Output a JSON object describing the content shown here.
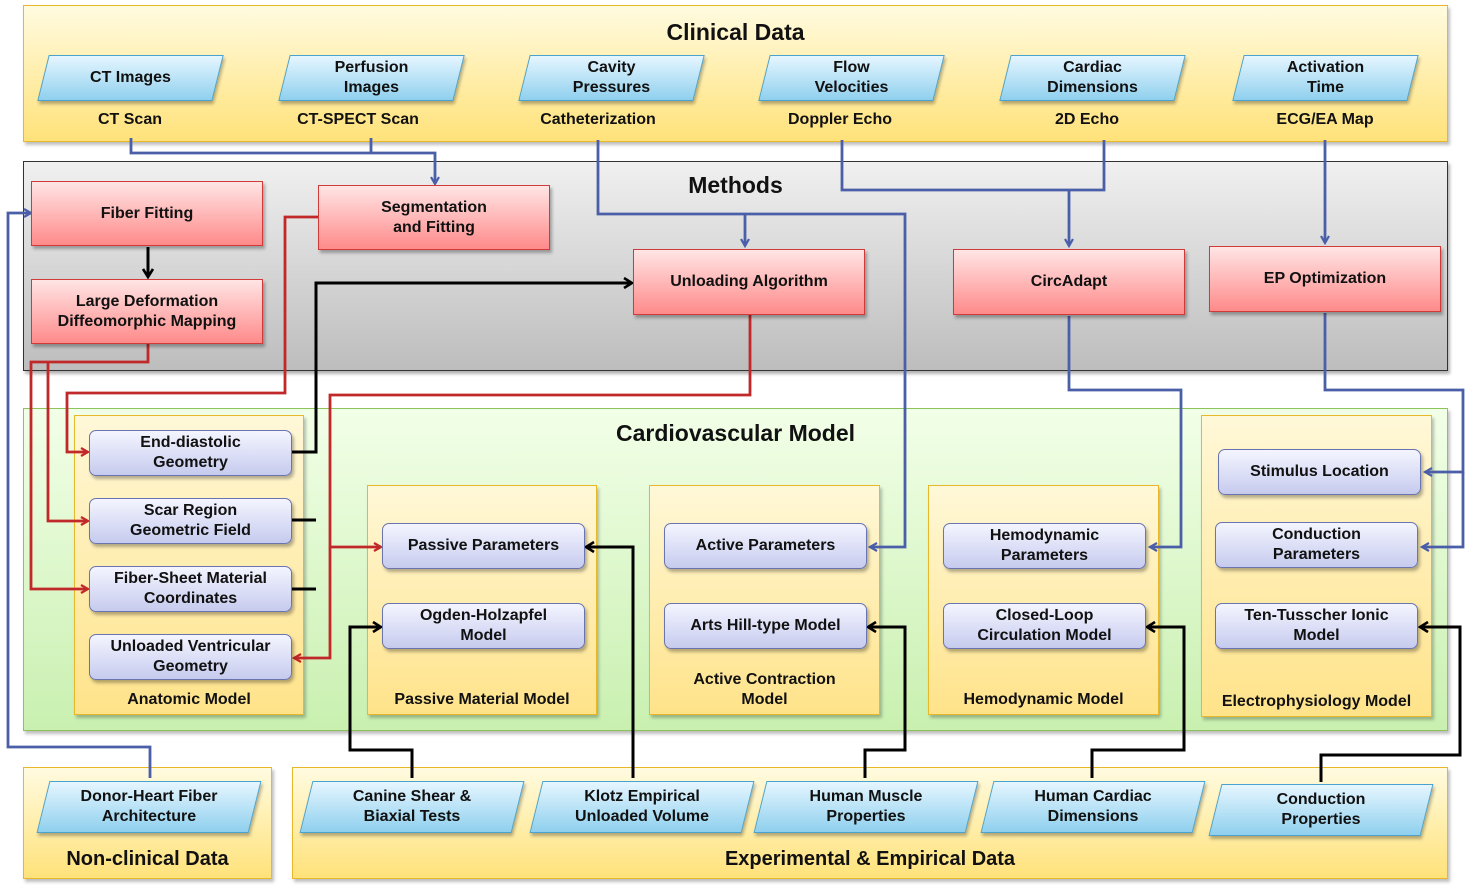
{
  "clinical": {
    "title": "Clinical Data",
    "items": [
      {
        "data": "CT Images",
        "source": "CT Scan"
      },
      {
        "data": "Perfusion\nImages",
        "source": "CT-SPECT Scan"
      },
      {
        "data": "Cavity\nPressures",
        "source": "Catheterization"
      },
      {
        "data": "Flow\nVelocities",
        "source": "Doppler Echo"
      },
      {
        "data": "Cardiac\nDimensions",
        "source": "2D Echo"
      },
      {
        "data": "Activation\nTime",
        "source": "ECG/EA Map"
      }
    ]
  },
  "methods": {
    "title": "Methods",
    "fiber_fitting": "Fiber Fitting",
    "segmentation": "Segmentation\nand Fitting",
    "lddmm": "Large Deformation\nDiffeomorphic Mapping",
    "unloading": "Unloading Algorithm",
    "circadapt": "CircAdapt",
    "ep_optimization": "EP Optimization"
  },
  "model": {
    "title": "Cardiovascular Model",
    "anatomic": {
      "label": "Anatomic Model",
      "items": [
        "End-diastolic\nGeometry",
        "Scar Region\nGeometric Field",
        "Fiber-Sheet Material\nCoordinates",
        "Unloaded Ventricular\nGeometry"
      ]
    },
    "passive": {
      "label": "Passive Material Model",
      "items": [
        "Passive Parameters",
        "Ogden-Holzapfel\nModel"
      ]
    },
    "active": {
      "label": "Active Contraction\nModel",
      "items": [
        "Active Parameters",
        "Arts Hill-type Model"
      ]
    },
    "hemodynamic": {
      "label": "Hemodynamic Model",
      "items": [
        "Hemodynamic\nParameters",
        "Closed-Loop\nCirculation Model"
      ]
    },
    "electro": {
      "label": "Electrophysiology Model",
      "items": [
        "Stimulus Location",
        "Conduction\nParameters",
        "Ten-Tusscher Ionic\nModel"
      ]
    }
  },
  "nonclinical": {
    "title": "Non-clinical Data",
    "items": [
      "Donor-Heart Fiber\nArchitecture"
    ]
  },
  "experimental": {
    "title": "Experimental & Empirical Data",
    "items": [
      "Canine Shear  &\nBiaxial Tests",
      "Klotz Empirical\nUnloaded Volume",
      "Human Muscle\nProperties",
      "Human Cardiac\nDimensions",
      "Conduction\nProperties"
    ]
  },
  "colors": {
    "red_arrow": "#c0282a",
    "blue_arrow": "#4a5fa8",
    "black_arrow": "#000000"
  }
}
